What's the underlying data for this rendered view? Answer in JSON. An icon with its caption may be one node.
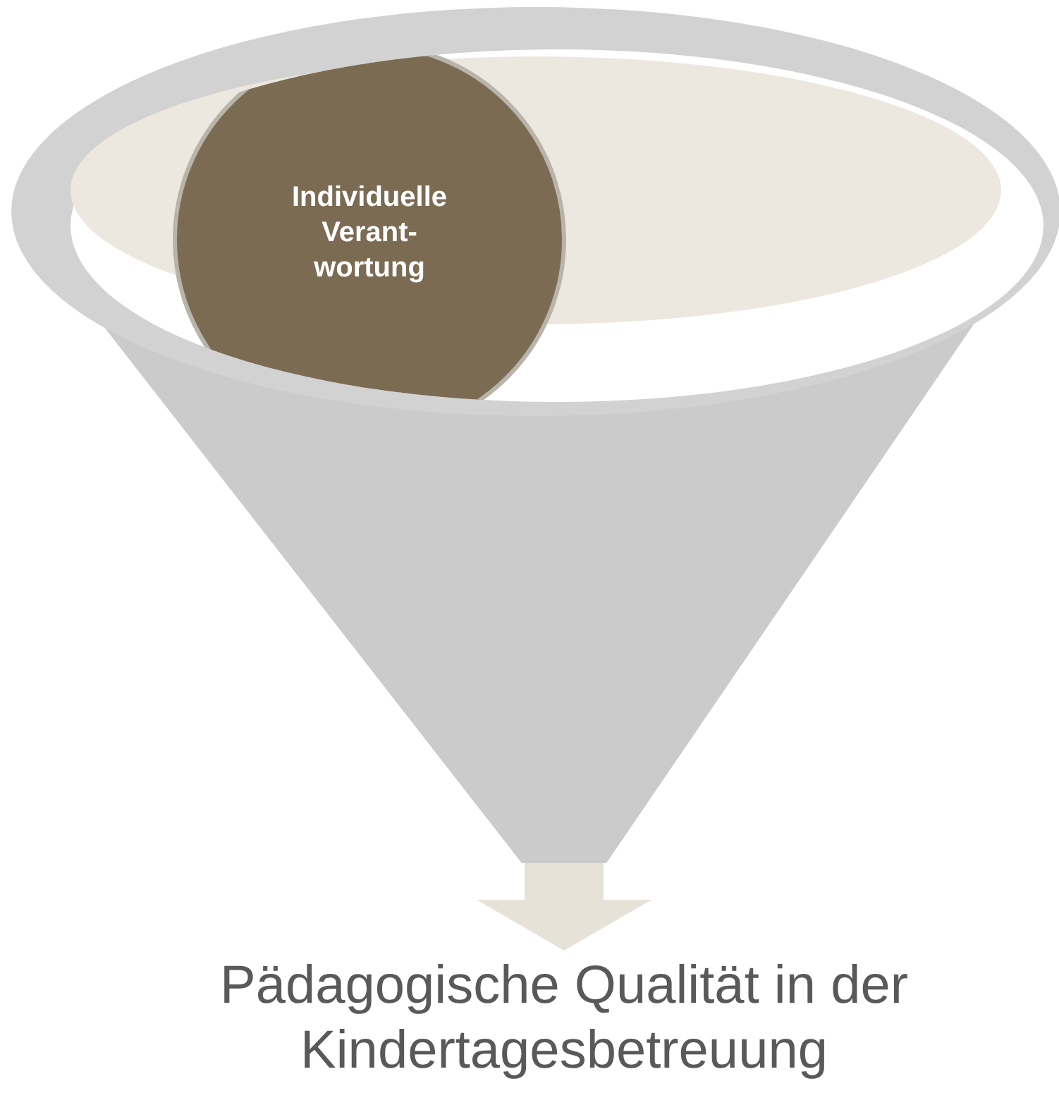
{
  "diagram": {
    "nodes": [
      {
        "text": [],
        "shape": "funnel"
      },
      {
        "text": [
          "Individuelle Verant- wortung"
        ]
      },
      {
        "text": [
          "Pädagogische Qualität in der Kindertagesbetreuung"
        ]
      }
    ],
    "edges": [
      {
        "from": 0,
        "to": 2,
        "arrow": "to",
        "style": "thick"
      }
    ]
  }
}
